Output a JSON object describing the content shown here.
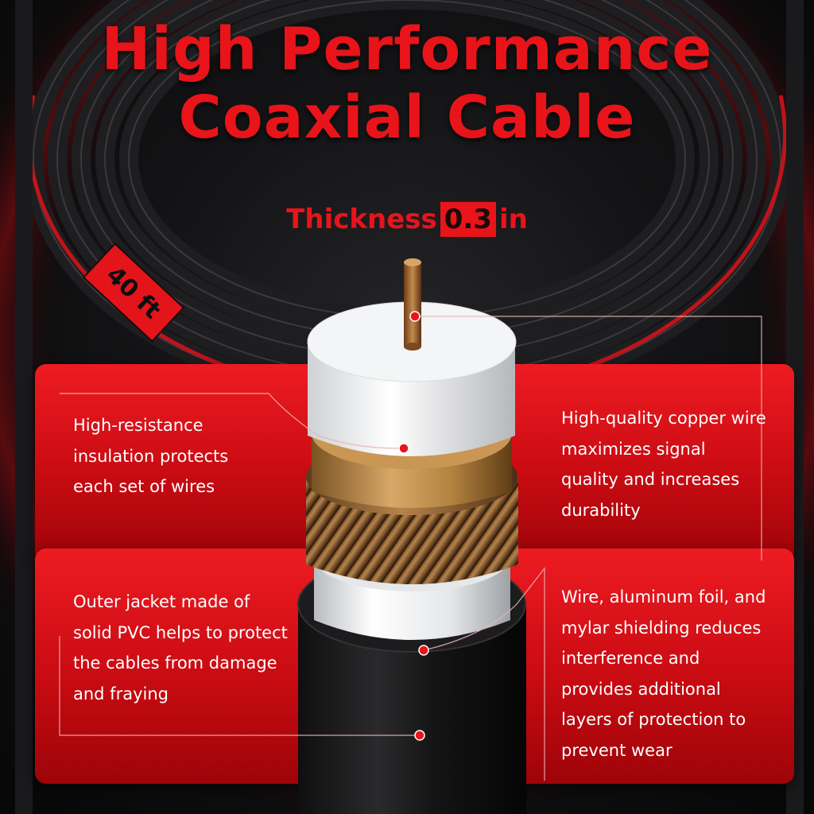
{
  "title": {
    "line1": "High Performance",
    "line2": "Coaxial Cable"
  },
  "thickness": {
    "label": "Thickness",
    "value": "0.3",
    "unit": "in"
  },
  "length_badge": "40 ft",
  "features": {
    "insulation": "High-resistance insulation protects each set of wires",
    "copper": "High-quality copper wire maximizes signal quality and increases durability",
    "jacket": "Outer jacket made of solid PVC helps to protect the cables from damage and fraying",
    "shielding": "Wire, aluminum foil, and mylar shielding reduces interference and provides additional layers of protection to prevent wear"
  },
  "colors": {
    "accent_red": "#e8141a",
    "background": "#0c0c0e",
    "text_white": "#ffffff"
  },
  "icons": [
    "coiled-cable",
    "cable-cross-section",
    "callout-dot"
  ]
}
